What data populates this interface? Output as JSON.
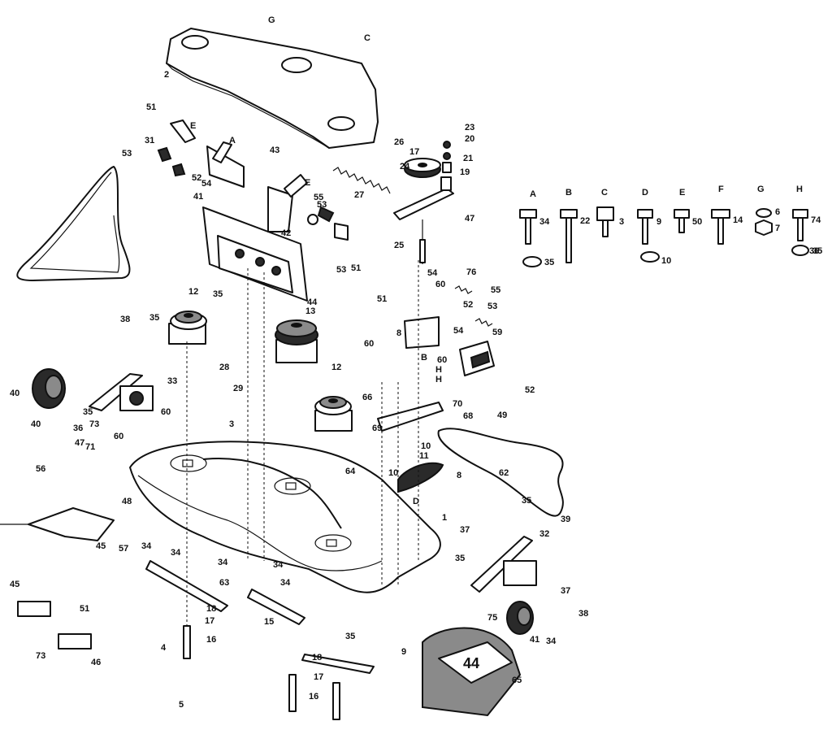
{
  "hardware_key": [
    {
      "letter": "A",
      "part": "34"
    },
    {
      "letter": "B",
      "part": "22"
    },
    {
      "letter": "C",
      "part": "3"
    },
    {
      "letter": "D",
      "part": "9"
    },
    {
      "letter": "E",
      "part": "50"
    },
    {
      "letter": "F",
      "part": "14"
    },
    {
      "letter": "G",
      "part": "6"
    },
    {
      "letter": "G",
      "part": "7"
    },
    {
      "letter": "H",
      "part": "74"
    },
    {
      "letter": "",
      "part": "35"
    },
    {
      "letter": "",
      "part": "10"
    },
    {
      "letter": "",
      "part": "35"
    }
  ],
  "deck_stencil": "44",
  "callouts": [
    "1",
    "2",
    "3",
    "4",
    "5",
    "8",
    "8",
    "9",
    "10",
    "10",
    "11",
    "12",
    "12",
    "13",
    "15",
    "16",
    "16",
    "17",
    "17",
    "17",
    "18",
    "18",
    "19",
    "20",
    "21",
    "23",
    "24",
    "25",
    "26",
    "27",
    "28",
    "29",
    "31",
    "32",
    "33",
    "34",
    "34",
    "34",
    "34",
    "34",
    "34",
    "35",
    "35",
    "35",
    "35",
    "35",
    "35",
    "36",
    "36",
    "37",
    "37",
    "38",
    "38",
    "39",
    "40",
    "40",
    "41",
    "41",
    "42",
    "43",
    "44",
    "45",
    "45",
    "46",
    "47",
    "47",
    "48",
    "49",
    "51",
    "51",
    "51",
    "51",
    "52",
    "52",
    "52",
    "53",
    "53",
    "53",
    "53",
    "54",
    "54",
    "54",
    "55",
    "55",
    "56",
    "57",
    "59",
    "60",
    "60",
    "60",
    "60",
    "60",
    "62",
    "63",
    "64",
    "65",
    "66",
    "68",
    "69",
    "70",
    "71",
    "73",
    "73",
    "75",
    "76"
  ],
  "reference_letters": [
    "G",
    "C",
    "A",
    "E",
    "E",
    "D",
    "B",
    "H",
    "H"
  ]
}
